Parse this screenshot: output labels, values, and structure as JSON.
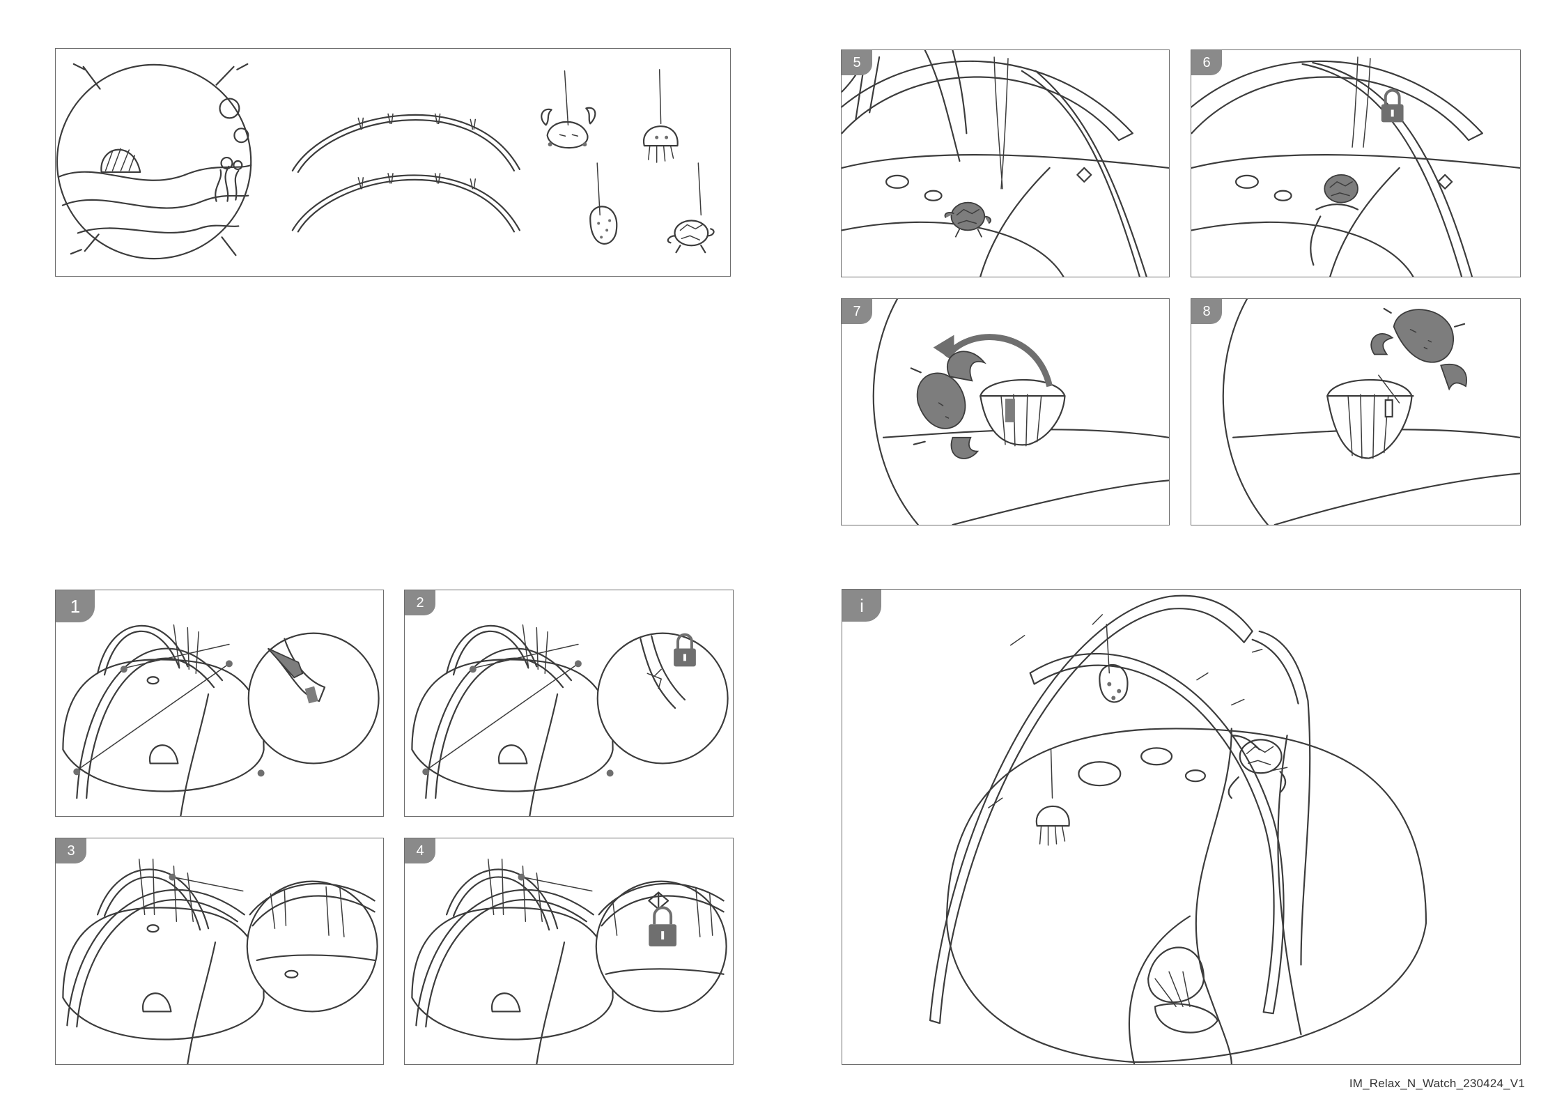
{
  "steps": {
    "s1": "1",
    "s2": "2",
    "s3": "3",
    "s4": "4",
    "s5": "5",
    "s6": "6",
    "s7": "7",
    "s8": "8",
    "info": "i"
  },
  "footer": {
    "doc_id": "IM_Relax_N_Watch_230424_V1"
  },
  "colors": {
    "border": "#6d6d6d",
    "badge": "#8a8a8a",
    "line": "#3c3c3c",
    "fill": "#7d7d7d"
  },
  "icons": [
    "lock-icon",
    "arrow-icon",
    "crab-toy",
    "turtle-toy",
    "jellyfish-toy",
    "shell-toy",
    "play-mat",
    "toy-arch"
  ]
}
